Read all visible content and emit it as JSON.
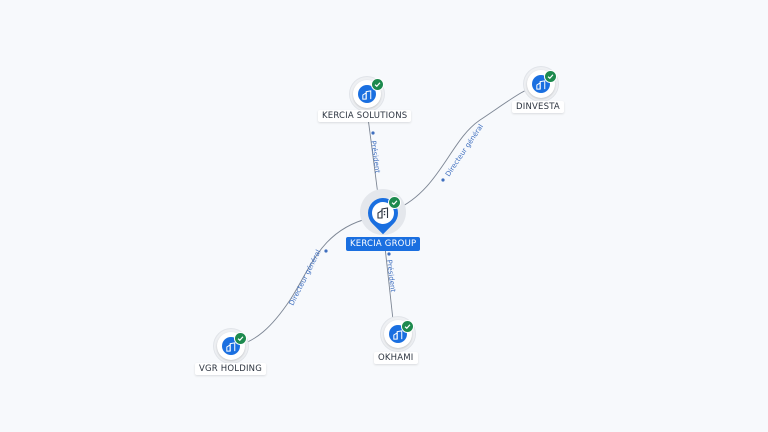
{
  "colors": {
    "accent": "#1a6fe0",
    "check": "#1d8a4e",
    "edge": "#7d8694",
    "edge_label": "#3f6fbf",
    "background": "#f7f9fc"
  },
  "center": {
    "label": "KERCIA GROUP",
    "icon": "building-icon",
    "verified": true
  },
  "nodes": [
    {
      "id": "kercia-solutions",
      "label": "KERCIA SOLUTIONS",
      "icon": "building-icon",
      "verified": true
    },
    {
      "id": "dinvesta",
      "label": "DINVESTA",
      "icon": "building-icon",
      "verified": true
    },
    {
      "id": "okhami",
      "label": "OKHAMI",
      "icon": "building-icon",
      "verified": true
    },
    {
      "id": "vgr-holding",
      "label": "VGR HOLDING",
      "icon": "building-icon",
      "verified": true
    }
  ],
  "edges": [
    {
      "from": "kercia-solutions",
      "to": "center",
      "label": "Président"
    },
    {
      "from": "center",
      "to": "dinvesta",
      "label": "Directeur général"
    },
    {
      "from": "okhami",
      "to": "center",
      "label": "Président"
    },
    {
      "from": "center",
      "to": "vgr-holding",
      "label": "Directeur général"
    }
  ]
}
